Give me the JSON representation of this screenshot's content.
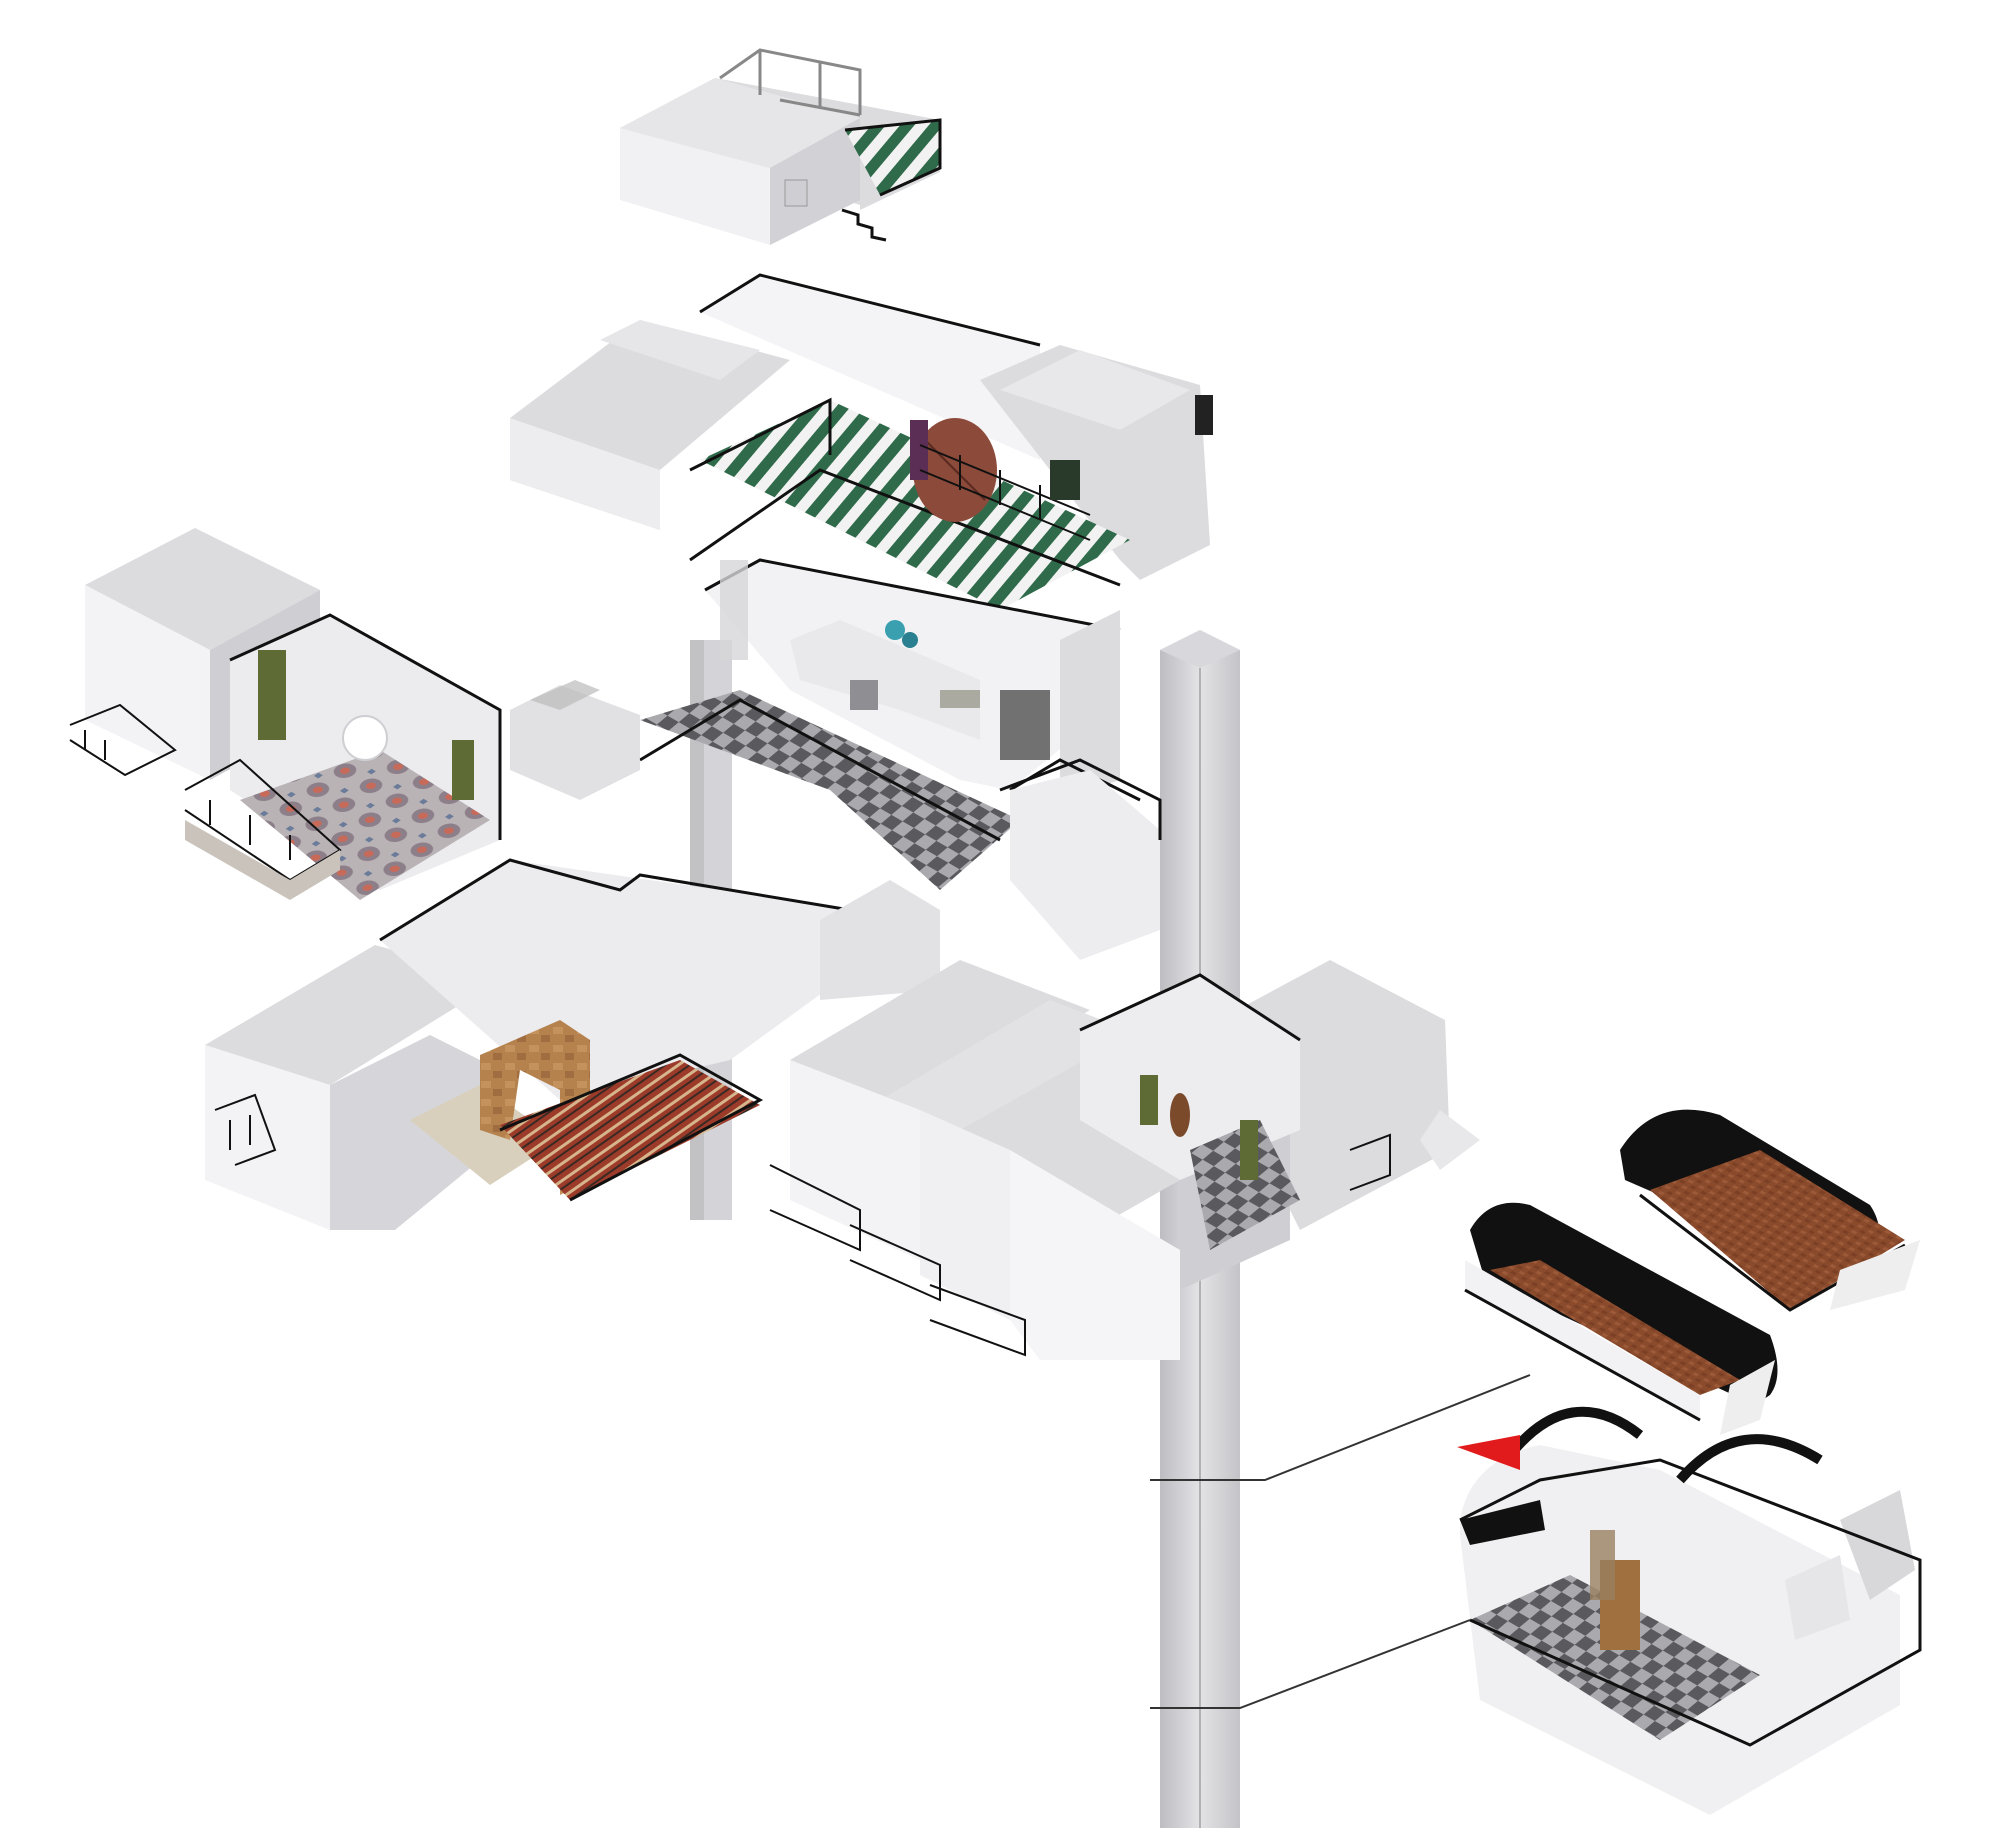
{
  "drawing": {
    "type": "exploded-axonometric-house",
    "text_labels": [],
    "colors": {
      "background": "#ffffff",
      "roof": "#dcdcdf",
      "wall_light": "#f4f4f6",
      "wall_shade": "#c8c8cc",
      "section_cut": "#111111",
      "column": "#cfcfd3",
      "checker_dark": "#5a5a5e",
      "checker_light": "#a9a9ae",
      "brick_floor": "#8a4a2c",
      "stone_arch": "#b5824e",
      "green_stripe": "#2f6b4a",
      "door_green": "#5f6b34",
      "carpet_red": "#9c3b2a",
      "wood": "#9a6a3e",
      "marker": "#e11b1b"
    },
    "levels": [
      {
        "name": "roof-terrace-pavilion",
        "items": [
          "white-volume",
          "pergola-frame",
          "green-striped-stair",
          "small-stair"
        ]
      },
      {
        "name": "upper-floor",
        "items": [
          "white-volumes",
          "green-striped-floor",
          "balcony-rail",
          "red-round-panel",
          "painting"
        ]
      },
      {
        "name": "bridge-level",
        "items": [
          "checkered-walkway",
          "glass-stair",
          "kitchen-rooms",
          "plant-decor"
        ]
      },
      {
        "name": "left-wing",
        "items": [
          "white-volume",
          "patterned-tile-floor",
          "green-doors",
          "balconies",
          "pendant-lamp"
        ]
      },
      {
        "name": "middle-floor",
        "items": [
          "stone-arch",
          "red-carpet",
          "white-volumes",
          "balcony"
        ]
      },
      {
        "name": "ground-right-house",
        "items": [
          "white-volumes",
          "checkered-entry",
          "green-doors",
          "cello",
          "balconies",
          "stair"
        ]
      },
      {
        "name": "cellar-vaults",
        "items": [
          "brick-floor-vault-a",
          "brick-floor-vault-b",
          "vaulted-cellar-detail",
          "stairs"
        ]
      }
    ],
    "marker": {
      "shape": "triangle",
      "icon": "red-triangle-marker-icon"
    }
  }
}
